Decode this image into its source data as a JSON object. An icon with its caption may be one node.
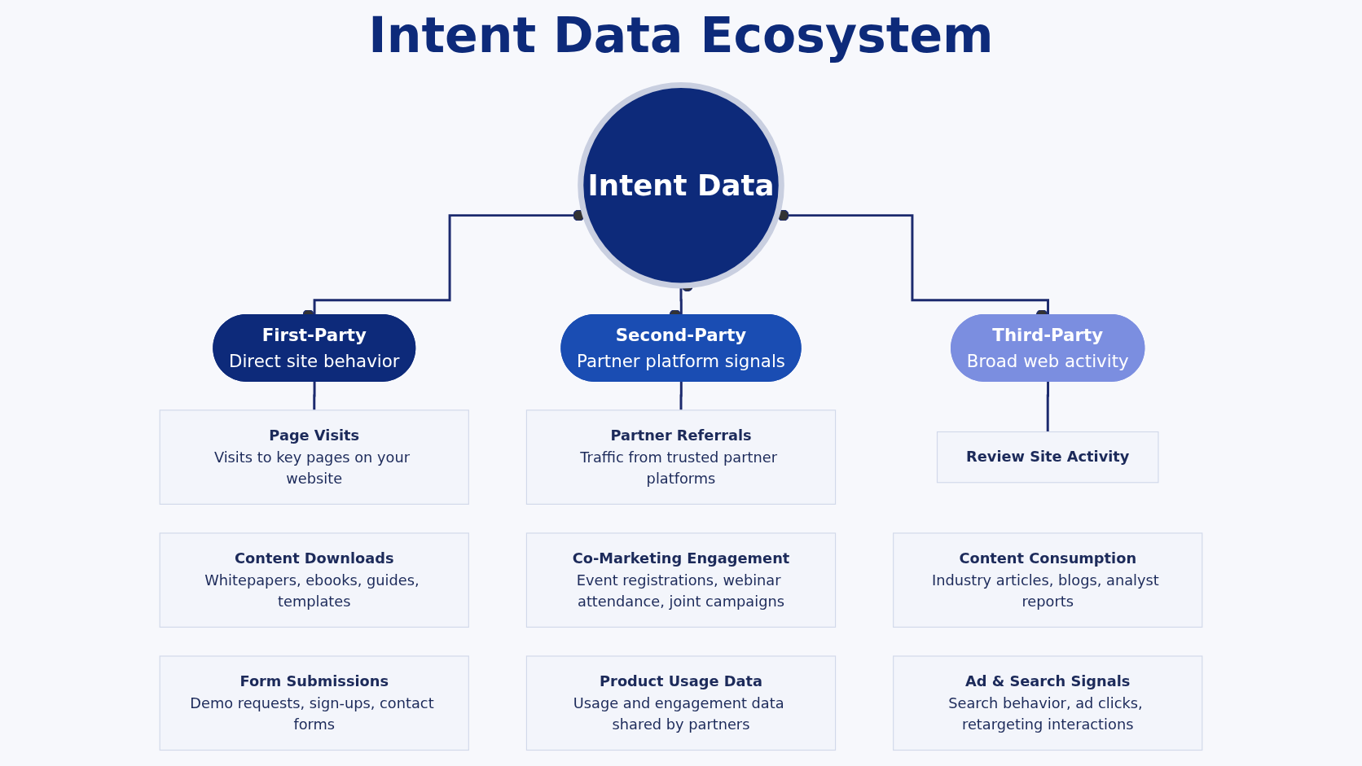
{
  "diagram": {
    "title": "Intent Data Ecosystem",
    "nodes": [
      {
        "text": [
          "Intent Data"
        ]
      },
      {
        "text": [
          "First-Party",
          "Direct site behavior"
        ]
      },
      {
        "text": [
          "Second-Party",
          "Partner platform signals"
        ]
      },
      {
        "text": [
          "Third-Party",
          "Broad web activity"
        ]
      },
      {
        "text": [
          "Page Visits",
          "Visits to key pages on your website"
        ]
      },
      {
        "text": [
          "Content Downloads",
          "Whitepapers, ebooks, guides, templates"
        ]
      },
      {
        "text": [
          "Form Submissions",
          "Demo requests, sign-ups, contact forms"
        ]
      },
      {
        "text": [
          "Partner Referrals",
          "Traffic from trusted partner platforms"
        ]
      },
      {
        "text": [
          "Co-Marketing Engagement",
          "Event registrations, webinar attendance, joint campaigns"
        ]
      },
      {
        "text": [
          "Product Usage Data",
          "Usage and engagement data shared by partners"
        ]
      },
      {
        "text": [
          "Review Site Activity"
        ]
      },
      {
        "text": [
          "Content Consumption",
          "Industry articles, blogs, analyst reports"
        ]
      },
      {
        "text": [
          "Ad & Search Signals",
          "Search behavior, ad clicks, retargeting interactions"
        ]
      }
    ],
    "edges": [
      {
        "from": 0,
        "to": 1,
        "arrow": "other"
      },
      {
        "from": 0,
        "to": 2,
        "arrow": "other"
      },
      {
        "from": 0,
        "to": 3,
        "arrow": "other"
      },
      {
        "from": 1,
        "to": 4,
        "arrow": "none"
      },
      {
        "from": 2,
        "to": 7,
        "arrow": "none"
      },
      {
        "from": 3,
        "to": 10,
        "arrow": "none"
      }
    ]
  }
}
